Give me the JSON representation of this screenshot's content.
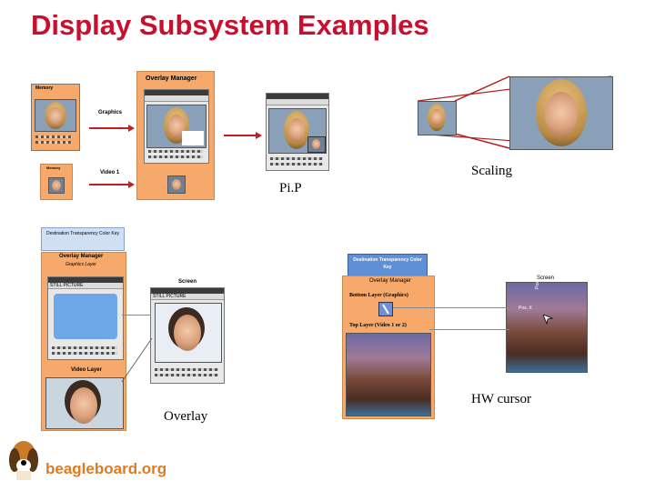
{
  "title": "Display Subsystem Examples",
  "captions": {
    "pip": "Pi.P",
    "scaling": "Scaling",
    "overlay": "Overlay",
    "hw_cursor": "HW cursor"
  },
  "pip_panel": {
    "memory_label": "Memory",
    "memory2_label": "Memory",
    "graphics_label": "Graphics",
    "video_label": "Video 1",
    "overlay_manager_label": "Overlay Manager"
  },
  "overlay_panel": {
    "dest_key_title": "Destination Transparency Color Key",
    "overlay_manager_label": "Overlay Manager",
    "graphics_layer_label": "Graphics Layer",
    "still_picture_label": "STILL PICTURE",
    "screen_label": "Screen",
    "still_picture2_label": "STILL PICTURE",
    "video_layer_label": "Video Layer"
  },
  "cursor_panel": {
    "dest_key_title": "Destination Transparency Color Key",
    "overlay_manager_label": "Overlay Manager",
    "bottom_layer_label": "Bottom Layer (Graphics)",
    "top_layer_label": "Top Layer (Video 1 or 2)",
    "screen_label": "Screen",
    "pos_x_label": "Pos. X",
    "pos_y_label": "Pos. Y"
  },
  "logo": {
    "text": "beagleboard.org"
  },
  "colors": {
    "title": "#c8102e",
    "panel_orange": "#f6a96a",
    "arrow_red": "#c41e1e",
    "key_blue": "#5f8fd6",
    "logo_orange": "#e07a1f"
  }
}
